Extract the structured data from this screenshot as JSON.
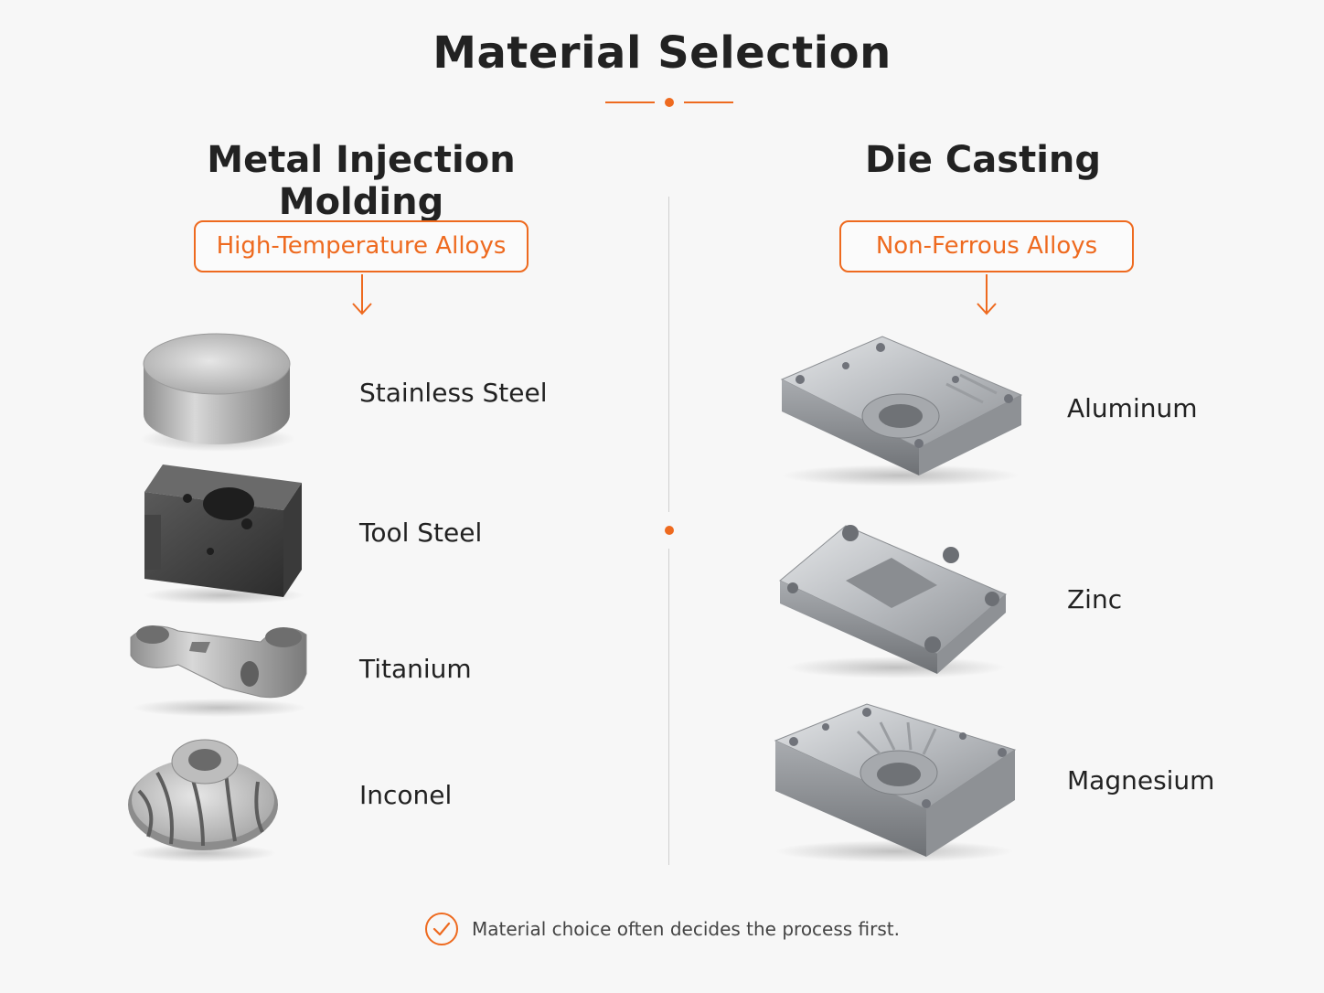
{
  "title": "Material Selection",
  "colors": {
    "accent": "#ee6a1f",
    "text": "#222222",
    "divider": "#cfcfcf"
  },
  "left": {
    "heading": "Metal Injection Molding",
    "category": "High-Temperature Alloys",
    "items": [
      {
        "label": "Stainless Steel",
        "icon": "steel-puck-icon"
      },
      {
        "label": "Tool Steel",
        "icon": "steel-block-icon"
      },
      {
        "label": "Titanium",
        "icon": "titanium-bracket-icon"
      },
      {
        "label": "Inconel",
        "icon": "impeller-icon"
      }
    ]
  },
  "right": {
    "heading": "Die Casting",
    "category": "Non-Ferrous Alloys",
    "items": [
      {
        "label": "Aluminum",
        "icon": "aluminum-housing-icon"
      },
      {
        "label": "Zinc",
        "icon": "zinc-bracket-icon"
      },
      {
        "label": "Magnesium",
        "icon": "magnesium-housing-icon"
      }
    ]
  },
  "footer": {
    "text": "Material choice often decides the process first.",
    "icon": "check-circle-icon"
  }
}
